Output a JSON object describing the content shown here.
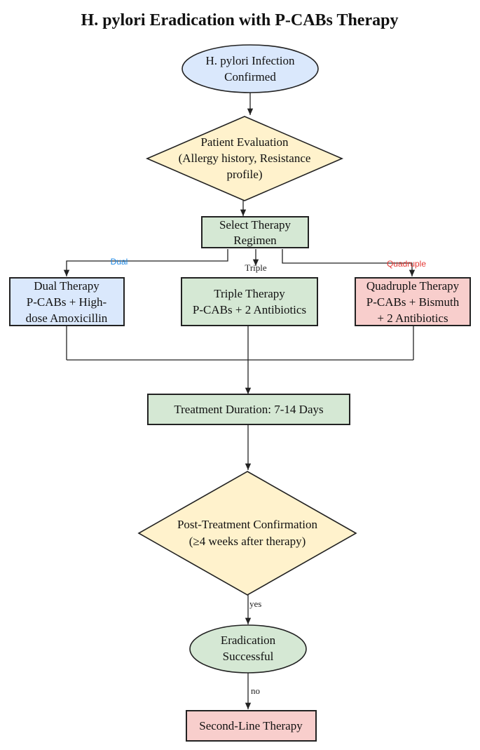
{
  "title": "H. pylori Eradication with P-CABs Therapy",
  "nodes": {
    "start": {
      "lines": [
        "H. pylori Infection",
        "Confirmed"
      ],
      "fill": "#dae8fc"
    },
    "evaluation": {
      "lines": [
        "Patient Evaluation",
        "(Allergy history, Resistance",
        "profile)"
      ],
      "fill": "#fff2cc"
    },
    "select": {
      "lines": [
        "Select Therapy",
        "Regimen"
      ],
      "fill": "#d5e8d4"
    },
    "dual": {
      "lines": [
        "Dual Therapy",
        "P-CABs + High-",
        "dose Amoxicillin"
      ],
      "fill": "#dae8fc"
    },
    "triple": {
      "lines": [
        "Triple Therapy",
        "P-CABs + 2 Antibiotics"
      ],
      "fill": "#d5e8d4"
    },
    "quadruple": {
      "lines": [
        "Quadruple Therapy",
        "P-CABs + Bismuth",
        "+ 2 Antibiotics"
      ],
      "fill": "#f8cecc"
    },
    "duration": {
      "lines": [
        "Treatment Duration: 7-14 Days"
      ],
      "fill": "#d5e8d4"
    },
    "confirmation": {
      "lines": [
        "Post-Treatment Confirmation",
        "(≥4 weeks after therapy)"
      ],
      "fill": "#fff2cc"
    },
    "success": {
      "lines": [
        "Eradication",
        "Successful"
      ],
      "fill": "#d5e8d4"
    },
    "second_line": {
      "lines": [
        "Second-Line Therapy"
      ],
      "fill": "#f8cecc"
    }
  },
  "edge_labels": {
    "dual": {
      "text": "Dual",
      "color": "#1e88e5"
    },
    "triple": {
      "text": "Triple",
      "color": "#00838f"
    },
    "quadruple": {
      "text": "Quadruple",
      "color": "#e53935"
    },
    "yes": {
      "text": "yes"
    },
    "no": {
      "text": "no"
    }
  }
}
